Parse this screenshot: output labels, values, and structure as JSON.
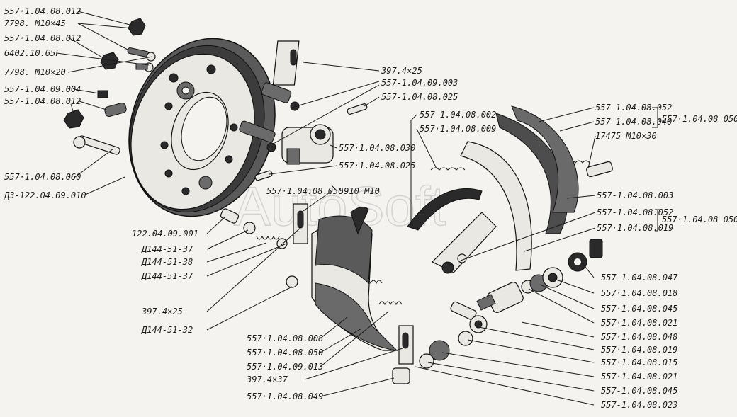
{
  "watermark": "AutoSoft",
  "labels": [
    "557·1.04.08.012",
    "7798. M10×45",
    "557·1.04.08.012",
    "6402.10.65Г",
    "7798. M10×20",
    "557-1.04.09.004",
    "557-1.04.08.012",
    "557·1.04.08.060",
    "Д3-122.04.09.010",
    "397.4×25",
    "557-1.04.09.003",
    "557-1.04.08.025",
    "557-1.04.08.002",
    "557·1.04.08.009",
    "557·1.04.08.030",
    "557·1.04.08.025",
    "557·1.04.08.050",
    "5910 M10",
    "557-1.04.08.052",
    "557-1.04.08.040",
    "557·1.04.08 050",
    "17475 M10×30",
    "557-1.04.08.003",
    "557-1.04.08.052",
    "557·1.04.08.019",
    "557·1.04.08 050",
    "122.04.09.001",
    "Д144-51-37",
    "Д144-51-38",
    "Д144-51-37",
    "397.4×25",
    "Д144-51-32",
    "557-1.04.08.047",
    "557·1.04.08.018",
    "557·1.04.08.045",
    "557·1.04.08.021",
    "557·1.04.08.048",
    "557·1.04.08.019",
    "557·1.04.08.015",
    "557·1.04.08.021",
    "557-1.04.08.045",
    "557-1.04.08.023",
    "557·1.04.08.008",
    "557·1.04.08.050",
    "557·1.04.09.013",
    "397.4×37",
    "557·1.04.08.049"
  ]
}
